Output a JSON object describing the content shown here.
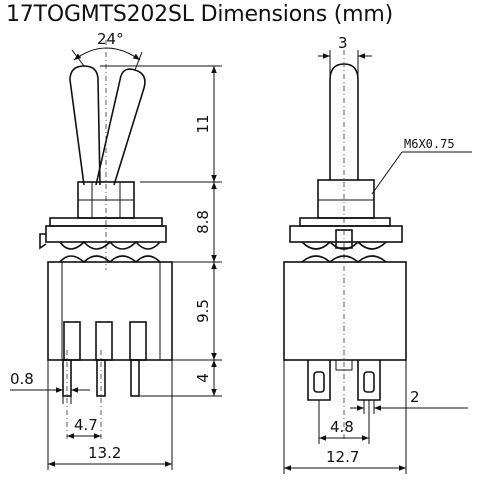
{
  "title": "17TOGMTS202SL Dimensions (mm)",
  "front_view": {
    "angle": "24°",
    "dim_toggle": "11",
    "dim_bushing": "8.8",
    "dim_body": "9.5",
    "dim_terminal": "4",
    "dim_pin_width": "0.8",
    "dim_pin_pitch": "4.7",
    "dim_overall_width": "13.2"
  },
  "side_view": {
    "dim_lever_width": "3",
    "thread": "M6X0.75",
    "dim_pin_pitch": "4.8",
    "dim_pin_width": "2",
    "dim_overall_width": "12.7"
  }
}
